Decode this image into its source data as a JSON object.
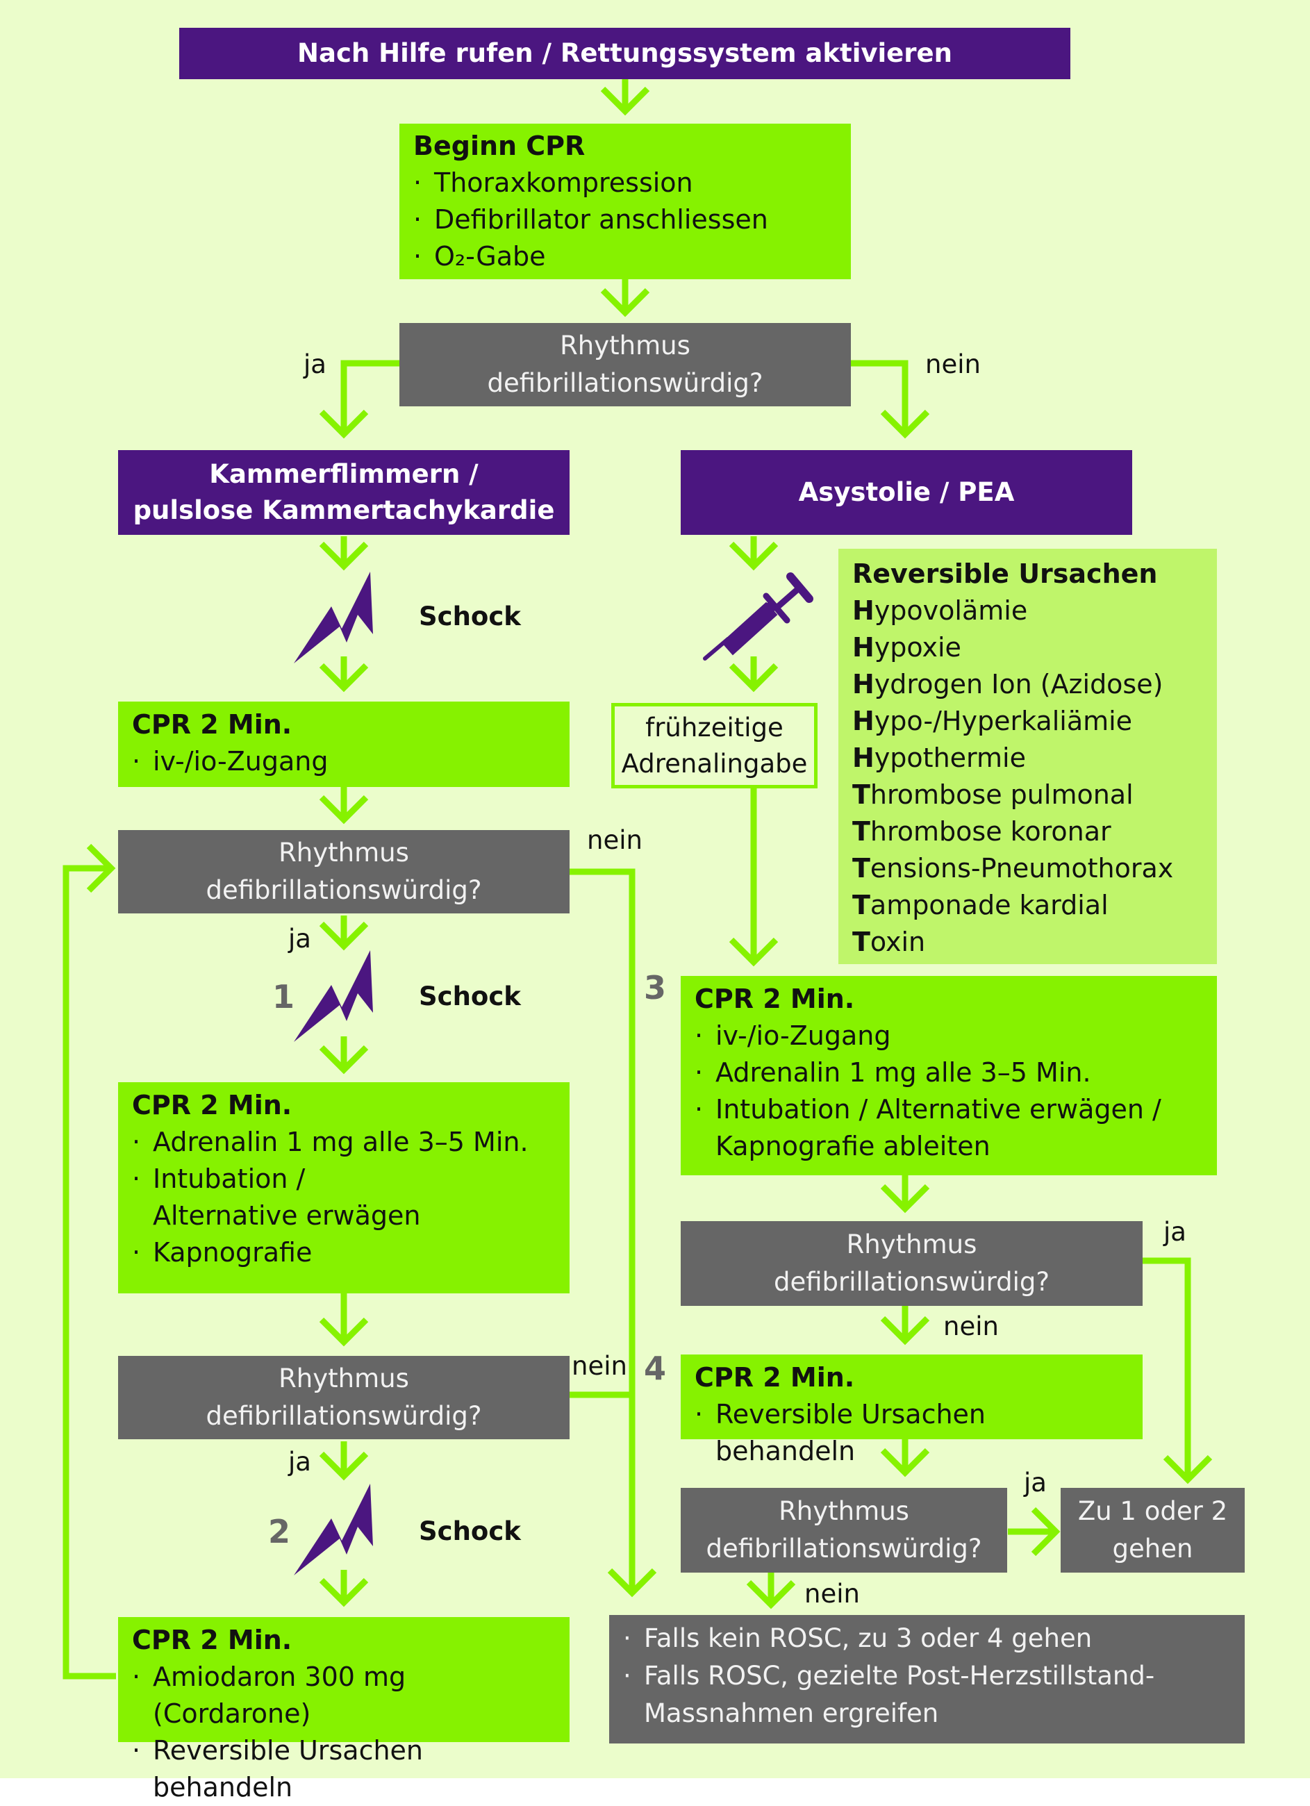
{
  "colors": {
    "background": "#ebfdcb",
    "purple": "#4b1680",
    "green": "#86f200",
    "light_green": "#bff56a",
    "gray": "#666666",
    "arrow": "#86f200"
  },
  "top": {
    "title": "Nach Hilfe rufen / Rettungssystem aktivieren"
  },
  "begin_cpr": {
    "title": "Beginn CPR",
    "items": [
      "Thoraxkompression",
      "Defibrillator anschliessen",
      "O₂-Gabe"
    ]
  },
  "decision_main": {
    "line1": "Rhythmus",
    "line2": "defibrillationswürdig?",
    "yes": "ja",
    "no": "nein"
  },
  "left": {
    "header": {
      "line1": "Kammerflimmern /",
      "line2": "pulslose Kammertachykardie"
    },
    "shock1": {
      "label": "Schock",
      "icon": "lightning-icon"
    },
    "cpr1": {
      "title": "CPR 2 Min.",
      "items": [
        "iv-/io-Zugang"
      ]
    },
    "decision1": {
      "line1": "Rhythmus",
      "line2": "defibrillationswürdig?",
      "yes": "ja",
      "no": "nein"
    },
    "shock2": {
      "number": "1",
      "label": "Schock",
      "icon": "lightning-icon"
    },
    "cpr2": {
      "title": "CPR 2 Min.",
      "items": [
        "Adrenalin 1 mg alle 3–5 Min.",
        "Intubation / Alternative erwägen",
        "Kapnografie"
      ]
    },
    "decision2": {
      "line1": "Rhythmus",
      "line2": "defibrillationswürdig?",
      "yes": "ja",
      "no": "nein"
    },
    "shock3": {
      "number": "2",
      "label": "Schock",
      "icon": "lightning-icon"
    },
    "cpr3": {
      "title": "CPR 2 Min.",
      "items": [
        "Amiodaron 300 mg (Cordarone)",
        "Reversible Ursachen behandeln"
      ]
    }
  },
  "right": {
    "header": {
      "line1": "Asystolie / PEA"
    },
    "syringe": {
      "icon": "syringe-icon"
    },
    "adrenalin": {
      "line1": "frühzeitige",
      "line2": "Adrenalingabe"
    },
    "reversible": {
      "title": "Reversible Ursachen",
      "items": [
        {
          "initial": "H",
          "rest": "ypovolämie"
        },
        {
          "initial": "H",
          "rest": "ypoxie"
        },
        {
          "initial": "H",
          "rest": "ydrogen Ion (Azidose)"
        },
        {
          "initial": "H",
          "rest": "ypo-/Hyperkaliämie"
        },
        {
          "initial": "H",
          "rest": "ypothermie"
        },
        {
          "initial": "T",
          "rest": "hrombose pulmonal"
        },
        {
          "initial": "T",
          "rest": "hrombose koronar"
        },
        {
          "initial": "T",
          "rest": "ensions-Pneumothorax"
        },
        {
          "initial": "T",
          "rest": "amponade kardial"
        },
        {
          "initial": "T",
          "rest": "oxin"
        }
      ]
    },
    "cpr3": {
      "number": "3",
      "title": "CPR 2 Min.",
      "items": [
        "iv-/io-Zugang",
        "Adrenalin 1 mg alle 3–5 Min.",
        "Intubation / Alternative erwägen / Kapnografie ableiten"
      ]
    },
    "decision3": {
      "line1": "Rhythmus",
      "line2": "defibrillationswürdig?",
      "yes": "ja",
      "no": "nein"
    },
    "cpr4": {
      "number": "4",
      "title": "CPR 2 Min.",
      "items": [
        "Reversible Ursachen behandeln"
      ]
    },
    "decision4": {
      "line1": "Rhythmus",
      "line2": "defibrillationswürdig?",
      "yes": "ja",
      "no": "nein"
    },
    "goto": {
      "line1": "Zu 1 oder 2",
      "line2": "gehen"
    }
  },
  "final": {
    "items": [
      "Falls kein ROSC, zu 3 oder 4 gehen",
      "Falls ROSC, gezielte Post-Herzstillstand-Massnahmen ergreifen"
    ]
  }
}
